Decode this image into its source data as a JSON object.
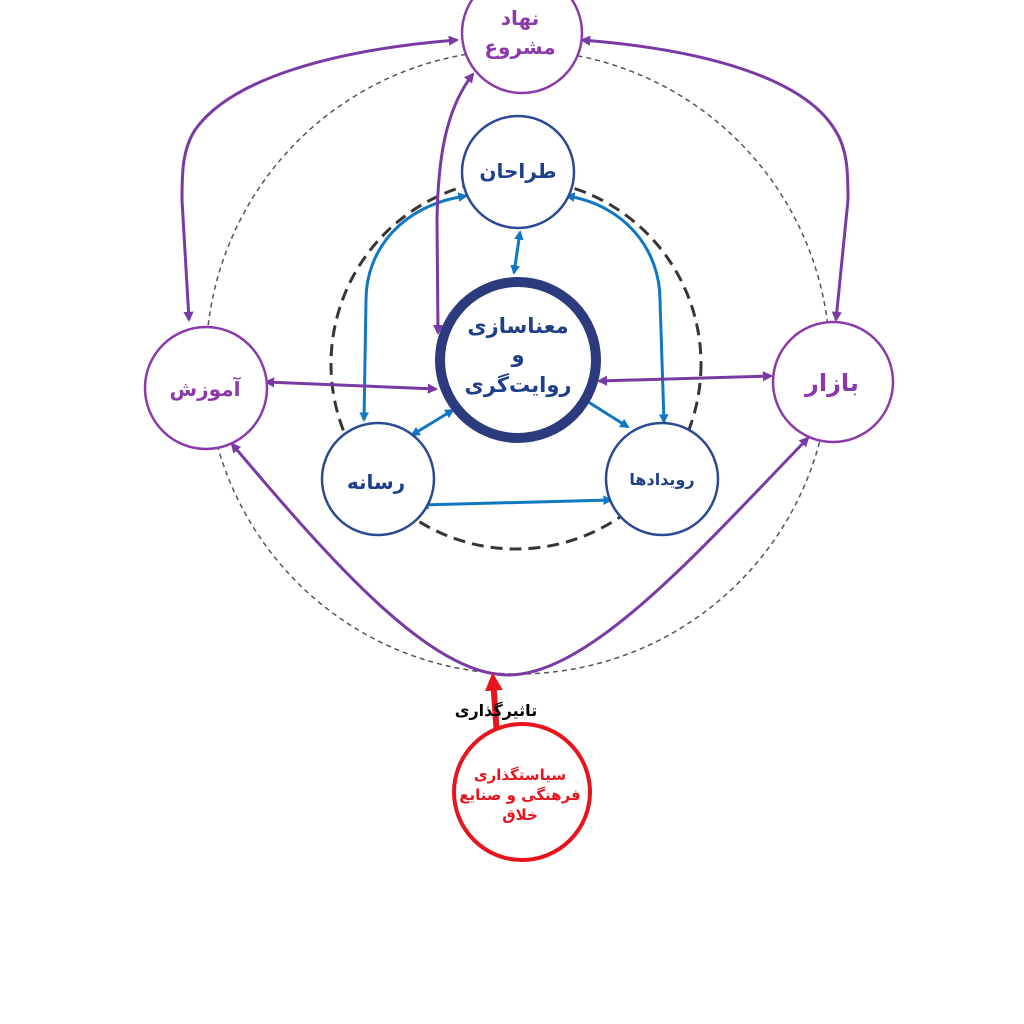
{
  "center": {
    "lines": [
      "معناسازی",
      "و",
      "روایت‌گری"
    ]
  },
  "inner_nodes": {
    "designers": "طراحان",
    "media": "رسانه",
    "events": "رویدادها"
  },
  "outer_nodes": {
    "institution_lines": [
      "نهاد",
      "مشروع"
    ],
    "education": "آموزش",
    "market": "بازار"
  },
  "policy": {
    "lines": [
      "سیاستگذاری",
      "فرهنگی و صنایع",
      "خلاق"
    ],
    "influence_label": "تاثیرگذاری"
  },
  "colors": {
    "inner_blue": "#0f77c4",
    "inner_text": "#1f3f8a",
    "center_ring": "#2c3a7e",
    "purple": "#7a3aa6",
    "outer_text": "#8a3aaa",
    "red": "#e8141c",
    "dashed_dark": "#3a3535",
    "dashed_gray": "#555555"
  }
}
